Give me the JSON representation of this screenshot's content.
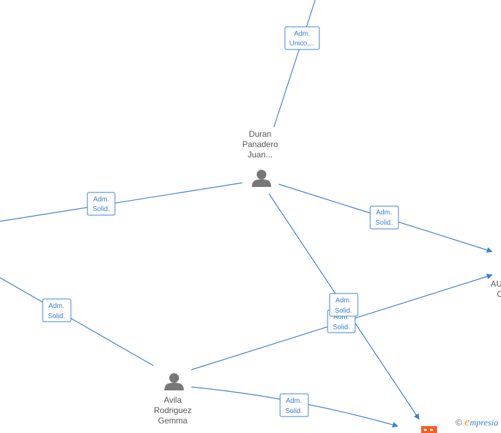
{
  "nodes": {
    "duran": {
      "label": "Duran\nPanadero\nJuan..."
    },
    "avila": {
      "label": "Avila\nRodriguez\nGemma"
    },
    "right_company": {
      "label_line1": "AU",
      "label_line2": "C"
    }
  },
  "edge_labels": {
    "top": [
      "Adm.",
      "Unico,..."
    ],
    "duran_left": [
      "Adm.",
      "Solid."
    ],
    "duran_right": [
      "Adm.",
      "Solid."
    ],
    "left_avila": [
      "Adm.",
      "Solid."
    ],
    "mid_back": [
      "Adm.",
      "Solid."
    ],
    "mid_front": [
      "Adm.",
      "Solid."
    ],
    "avila_bottom": [
      "Adm.",
      "Solid."
    ]
  },
  "branding": {
    "copyright": "©",
    "e": "e",
    "rest": "mpresia"
  },
  "colors": {
    "edge": "#3a7fd5",
    "person": "#777777",
    "brand_orange": "#f7931e",
    "company_icon": "#ff5a1f"
  }
}
